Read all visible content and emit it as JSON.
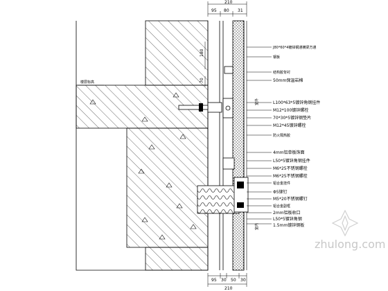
{
  "dimensions": {
    "top": {
      "total": "210",
      "parts": [
        "95",
        "80",
        "31"
      ]
    },
    "bottom": {
      "total": "210",
      "parts": [
        "95",
        "30",
        "50",
        "30"
      ]
    },
    "vertical": [
      "180",
      "70"
    ]
  },
  "labels": [
    "J80*60*4镀锌钢通横梁方通",
    "钢板",
    "结构胶背衬",
    "50mm保温岩棉",
    "L100*63*5镀锌角钢挂件",
    "M12*100镀锌螺栓",
    "70*30*5镀锌钢垫片",
    "M12*45镀锌螺栓",
    "防火隔热胶",
    "4mm铝单板饰面",
    "L50*5镀锌角钢挂件",
    "M6*25不锈钢螺栓",
    "M6*25不锈钢螺栓",
    "铝合金挂件",
    "Φ5铆钉",
    "M5*20不锈钢螺钉",
    "铝合金副框",
    "2mm铝板收口",
    "L50*5镀锌角钢",
    "1.5mm镀锌钢板"
  ],
  "side_labels": [
    "室外",
    "室内"
  ],
  "floor_mark": "楼层标高",
  "watermark": "zhulong.com"
}
